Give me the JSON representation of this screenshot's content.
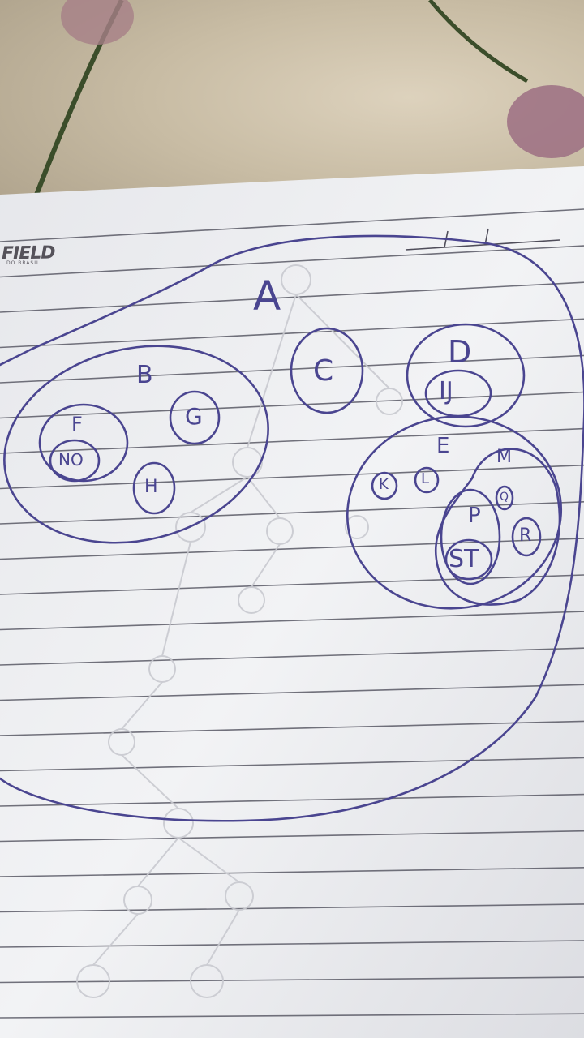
{
  "brand": {
    "name": "FIELD",
    "sub": "DO BRASIL"
  },
  "diagram": {
    "A": "A",
    "B": "B",
    "C": "C",
    "D": "D",
    "E": "E",
    "F": "F",
    "G": "G",
    "H": "H",
    "IJ": "IJ",
    "K": "K",
    "L": "L",
    "M": "M",
    "NO": "NO",
    "P": "P",
    "Q": "Q",
    "R": "R",
    "ST": "ST"
  },
  "colors": {
    "ink": "#4a4590",
    "paper": "#eeeff2",
    "rule": "#5a5a66",
    "table": "#c8bca4"
  }
}
